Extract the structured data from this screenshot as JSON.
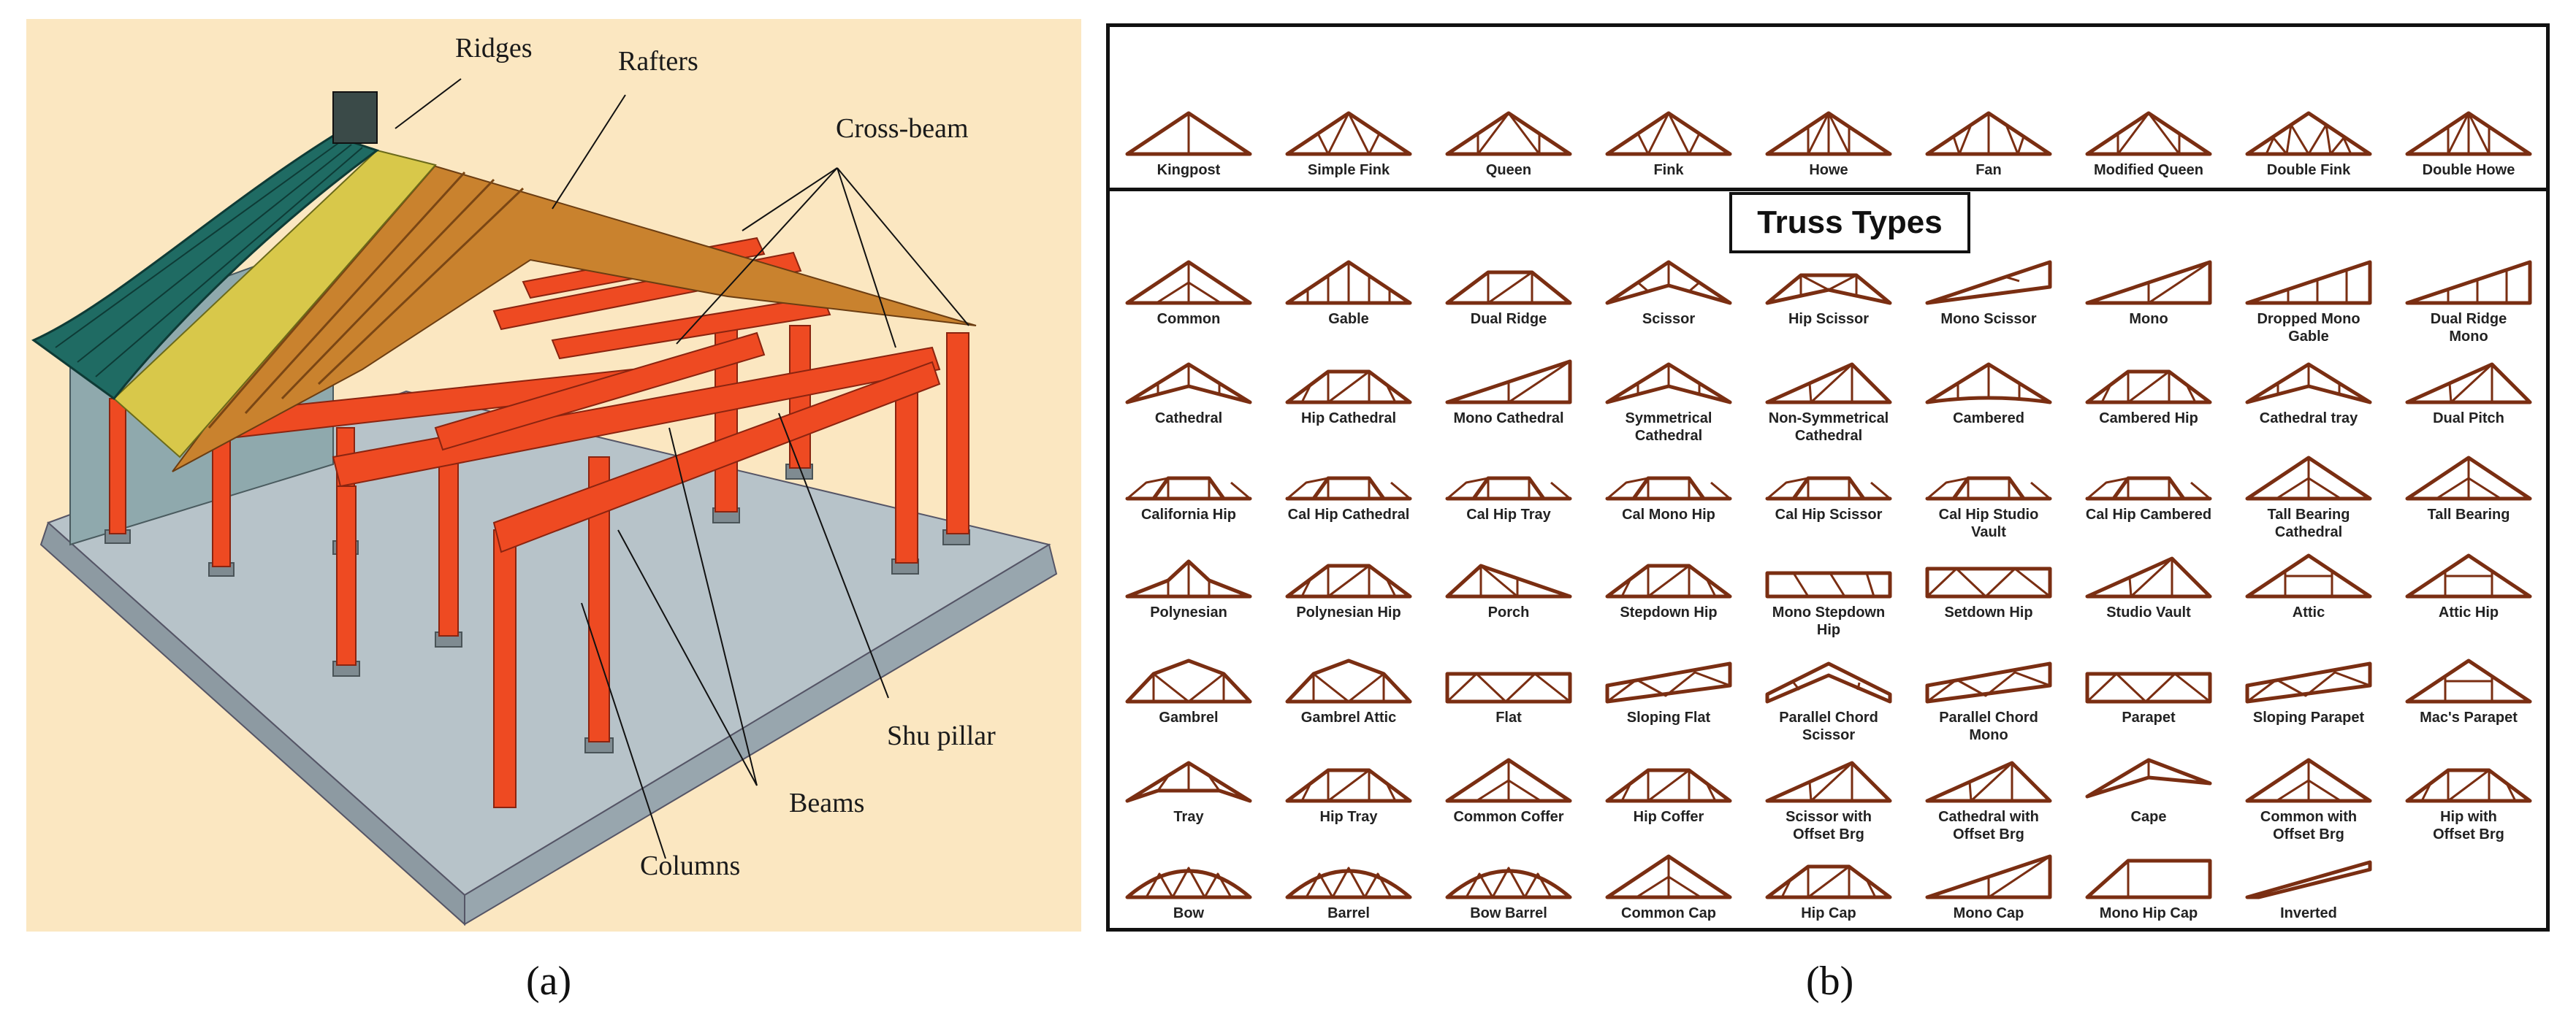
{
  "panel_a": {
    "labels": {
      "ridges": "Ridges",
      "rafters": "Rafters",
      "cross_beam": "Cross-beam",
      "shu_pillar": "Shu pillar",
      "beams": "Beams",
      "columns": "Columns"
    },
    "caption": "(a)",
    "colors": {
      "background": "#fbe7c1",
      "roof_teal": "#1f6b63",
      "roof_yellow": "#d8c84a",
      "rafters": "#c9822e",
      "timber": "#ee4a22",
      "base": "#a9b7bf"
    }
  },
  "panel_b": {
    "title": "Truss Types",
    "caption": "(b)",
    "colors": {
      "truss": "#7a2e12"
    },
    "top_row": [
      {
        "label": "Kingpost",
        "shape": "kingpost"
      },
      {
        "label": "Simple Fink",
        "shape": "fink"
      },
      {
        "label": "Queen",
        "shape": "queen"
      },
      {
        "label": "Fink",
        "shape": "fink"
      },
      {
        "label": "Howe",
        "shape": "howe"
      },
      {
        "label": "Fan",
        "shape": "fan"
      },
      {
        "label": "Modified Queen",
        "shape": "queen"
      },
      {
        "label": "Double Fink",
        "shape": "w"
      },
      {
        "label": "Double Howe",
        "shape": "howe"
      }
    ],
    "rows": [
      [
        {
          "label": "Common",
          "shape": "common"
        },
        {
          "label": "Gable",
          "shape": "gable"
        },
        {
          "label": "Dual Ridge",
          "shape": "dualridge"
        },
        {
          "label": "Scissor",
          "shape": "scissor"
        },
        {
          "label": "Hip Scissor",
          "shape": "hipscissor"
        },
        {
          "label": "Mono Scissor",
          "shape": "monoscissor"
        },
        {
          "label": "Mono",
          "shape": "mono"
        },
        {
          "label": "Dropped Mono\nGable",
          "shape": "monogable"
        },
        {
          "label": "Dual Ridge\nMono",
          "shape": "monogable"
        }
      ],
      [
        {
          "label": "Cathedral",
          "shape": "cathedral"
        },
        {
          "label": "Hip Cathedral",
          "shape": "hip"
        },
        {
          "label": "Mono Cathedral",
          "shape": "mono"
        },
        {
          "label": "Symmetrical\nCathedral",
          "shape": "cathedral"
        },
        {
          "label": "Non-Symmetrical\nCathedral",
          "shape": "asym"
        },
        {
          "label": "Cambered",
          "shape": "cambered"
        },
        {
          "label": "Cambered Hip",
          "shape": "hip"
        },
        {
          "label": "Cathedral tray",
          "shape": "cathedral"
        },
        {
          "label": "Dual Pitch",
          "shape": "asym"
        }
      ],
      [
        {
          "label": "California Hip",
          "shape": "calhip"
        },
        {
          "label": "Cal Hip Cathedral",
          "shape": "calhip"
        },
        {
          "label": "Cal Hip Tray",
          "shape": "calhip"
        },
        {
          "label": "Cal Mono Hip",
          "shape": "calhip"
        },
        {
          "label": "Cal Hip Scissor",
          "shape": "calhip"
        },
        {
          "label": "Cal Hip Studio\nVault",
          "shape": "calhip"
        },
        {
          "label": "Cal Hip Cambered",
          "shape": "calhip"
        },
        {
          "label": "Tall Bearing\nCathedral",
          "shape": "common"
        },
        {
          "label": "Tall Bearing",
          "shape": "common"
        }
      ],
      [
        {
          "label": "Polynesian",
          "shape": "polynesian"
        },
        {
          "label": "Polynesian Hip",
          "shape": "hip"
        },
        {
          "label": "Porch",
          "shape": "porch"
        },
        {
          "label": "Stepdown Hip",
          "shape": "hip"
        },
        {
          "label": "Mono Stepdown\nHip",
          "shape": "monostep"
        },
        {
          "label": "Setdown Hip",
          "shape": "flat"
        },
        {
          "label": "Studio Vault",
          "shape": "asym"
        },
        {
          "label": "Attic",
          "shape": "attic"
        },
        {
          "label": "Attic Hip",
          "shape": "attic"
        }
      ],
      [
        {
          "label": "Gambrel",
          "shape": "gambrel"
        },
        {
          "label": "Gambrel Attic",
          "shape": "gambrel"
        },
        {
          "label": "Flat",
          "shape": "flat"
        },
        {
          "label": "Sloping Flat",
          "shape": "slopeflat"
        },
        {
          "label": "Parallel Chord\nScissor",
          "shape": "parallel"
        },
        {
          "label": "Parallel Chord\nMono",
          "shape": "slopeflat"
        },
        {
          "label": "Parapet",
          "shape": "flat"
        },
        {
          "label": "Sloping Parapet",
          "shape": "slopeflat"
        },
        {
          "label": "Mac's Parapet",
          "shape": "attic"
        }
      ],
      [
        {
          "label": "Tray",
          "shape": "tray"
        },
        {
          "label": "Hip Tray",
          "shape": "hip"
        },
        {
          "label": "Common Coffer",
          "shape": "common"
        },
        {
          "label": "Hip Coffer",
          "shape": "hip"
        },
        {
          "label": "Scissor with\nOffset Brg",
          "shape": "asym"
        },
        {
          "label": "Cathedral with\nOffset Brg",
          "shape": "asym"
        },
        {
          "label": "Cape",
          "shape": "cape"
        },
        {
          "label": "Common with\nOffset Brg",
          "shape": "common"
        },
        {
          "label": "Hip with\nOffset Brg",
          "shape": "hip"
        }
      ],
      [
        {
          "label": "Bow",
          "shape": "bow"
        },
        {
          "label": "Barrel",
          "shape": "bow"
        },
        {
          "label": "Bow Barrel",
          "shape": "bow"
        },
        {
          "label": "Common Cap",
          "shape": "common"
        },
        {
          "label": "Hip Cap",
          "shape": "hip"
        },
        {
          "label": "Mono Cap",
          "shape": "mono"
        },
        {
          "label": "Mono Hip Cap",
          "shape": "monobox"
        },
        {
          "label": "Inverted",
          "shape": "inverted"
        }
      ]
    ]
  }
}
